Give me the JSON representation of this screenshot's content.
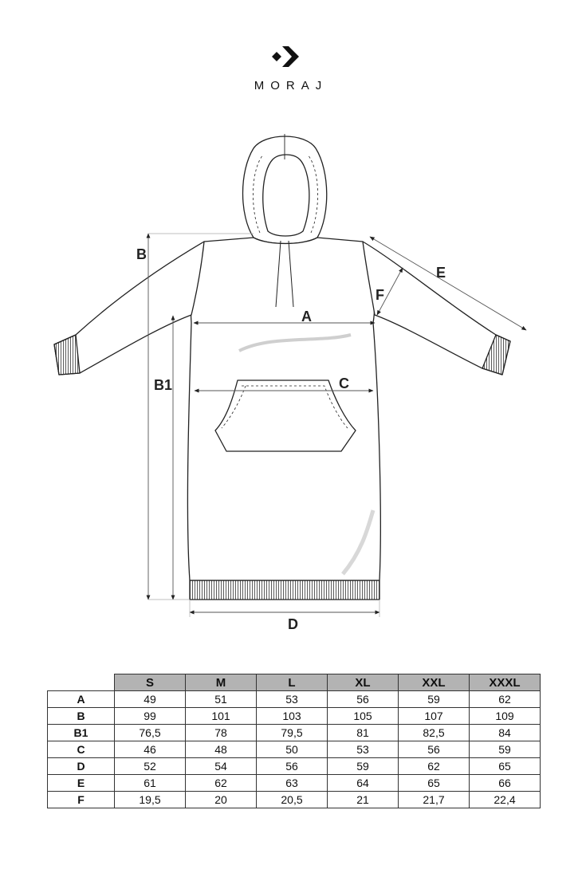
{
  "brand": {
    "name": "MORAJ"
  },
  "diagram": {
    "labels": {
      "A": "A",
      "B": "B",
      "B1": "B1",
      "C": "C",
      "D": "D",
      "E": "E",
      "F": "F"
    }
  },
  "size_table": {
    "sizes": [
      "S",
      "M",
      "L",
      "XL",
      "XXL",
      "XXXL"
    ],
    "rows": [
      {
        "label": "A",
        "values": [
          "49",
          "51",
          "53",
          "56",
          "59",
          "62"
        ]
      },
      {
        "label": "B",
        "values": [
          "99",
          "101",
          "103",
          "105",
          "107",
          "109"
        ]
      },
      {
        "label": "B1",
        "values": [
          "76,5",
          "78",
          "79,5",
          "81",
          "82,5",
          "84"
        ]
      },
      {
        "label": "C",
        "values": [
          "46",
          "48",
          "50",
          "53",
          "56",
          "59"
        ]
      },
      {
        "label": "D",
        "values": [
          "52",
          "54",
          "56",
          "59",
          "62",
          "65"
        ]
      },
      {
        "label": "E",
        "values": [
          "61",
          "62",
          "63",
          "64",
          "65",
          "66"
        ]
      },
      {
        "label": "F",
        "values": [
          "19,5",
          "20",
          "20,5",
          "21",
          "21,7",
          "22,4"
        ]
      }
    ]
  },
  "colors": {
    "header_bg": "#b3b3b3",
    "line": "#333333"
  }
}
